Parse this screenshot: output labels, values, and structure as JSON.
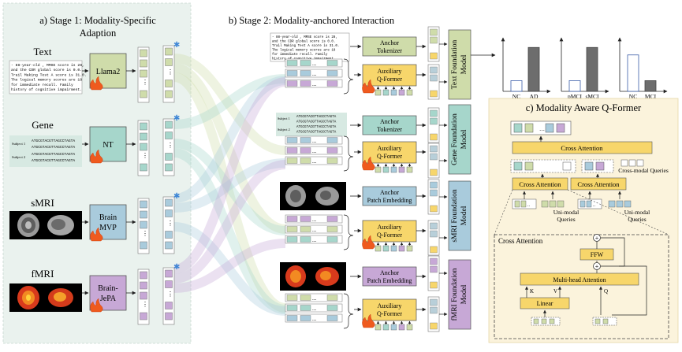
{
  "stage1": {
    "title_line1": "a) Stage 1: Modality-Specific",
    "title_line2": "Adaption",
    "modalities": [
      {
        "label": "Text",
        "model_line1": "Llama2",
        "model_line2": "",
        "color": "#cfdcaa"
      },
      {
        "label": "Gene",
        "model_line1": "NT",
        "model_line2": "",
        "color": "#a6d6cb"
      },
      {
        "label": "sMRI",
        "model_line1": "Brain",
        "model_line2": "MVP",
        "color": "#a9cbdc"
      },
      {
        "label": "fMRI",
        "model_line1": "Brain-",
        "model_line2": "JePA",
        "color": "#c7a8d6"
      }
    ],
    "text_snippet": [
      "- 88-year-old , MMSE score is 28,",
      "and the CDR global score is 0.0.",
      "Trail Making Test A score is 31.0.",
      "The logical memory scores are 18",
      "for immediate recall.  Family",
      "history of cognitive impairment."
    ],
    "gene": {
      "subject1": "Subject 1",
      "subject2": "Subject 2",
      "seq1a": "ATGCGTACGTTAGCCTAGTA",
      "seq1b": "ATGCGTACGTTAGCCTAGTA",
      "seq2a": "ATGCGTACGTTAGCCTAGTA",
      "seq2b": "ATGCGTACGTTAGCCTAGTA"
    }
  },
  "stage2": {
    "title": "b) Stage 2: Modality-anchored Interaction",
    "anchors": [
      {
        "line1": "Anchor",
        "line2": "Tokenizer"
      },
      {
        "line1": "Anchor",
        "line2": "Tokenizer"
      },
      {
        "line1": "Anchor",
        "line2": "Patch Embedding"
      },
      {
        "line1": "Anchor",
        "line2": "Patch Embedding"
      }
    ],
    "qformer_line1": "Auxiliary",
    "qformer_line2": "Q-Former",
    "foundation_models": [
      {
        "line1": "Text Foundation",
        "line2": "Model",
        "color": "#cfdcaa"
      },
      {
        "line1": "Gene Foundation",
        "line2": "Model",
        "color": "#a6d6cb"
      },
      {
        "line1": "sMRI Foundation",
        "line2": "Model",
        "color": "#a9cbdc"
      },
      {
        "line1": "fMRI Foundation",
        "line2": "Model",
        "color": "#c7a8d6"
      }
    ],
    "ellipsis": "..."
  },
  "chart_data": [
    {
      "type": "bar",
      "categories": [
        "NC",
        "AD"
      ],
      "values": [
        0.2,
        0.82
      ]
    },
    {
      "type": "bar",
      "categories": [
        "pMCI",
        "sMCI"
      ],
      "values": [
        0.2,
        0.82
      ]
    },
    {
      "type": "bar",
      "categories": [
        "NC",
        "MCI"
      ],
      "values": [
        0.68,
        0.2
      ]
    }
  ],
  "qformer_panel": {
    "title": "c) Modality Aware Q-Former",
    "cross_attention": "Cross Attention",
    "cross_modal_queries": "Cross-modal Queries",
    "uni_modal_line1": "Uni-modal",
    "uni_modal_line2": "Queries",
    "inner_title": "Cross Attention",
    "ffw": "FFW",
    "mha": "Multi-head Attention",
    "linear": "Linear",
    "k": "K",
    "v": "V",
    "q": "Q",
    "plus": "+"
  },
  "colors": {
    "panel_a_bg": "#eaf2ee",
    "panel_c_bg": "#fbf3dc",
    "qformer": "#f7d66b",
    "token": "#b8cfd9"
  }
}
